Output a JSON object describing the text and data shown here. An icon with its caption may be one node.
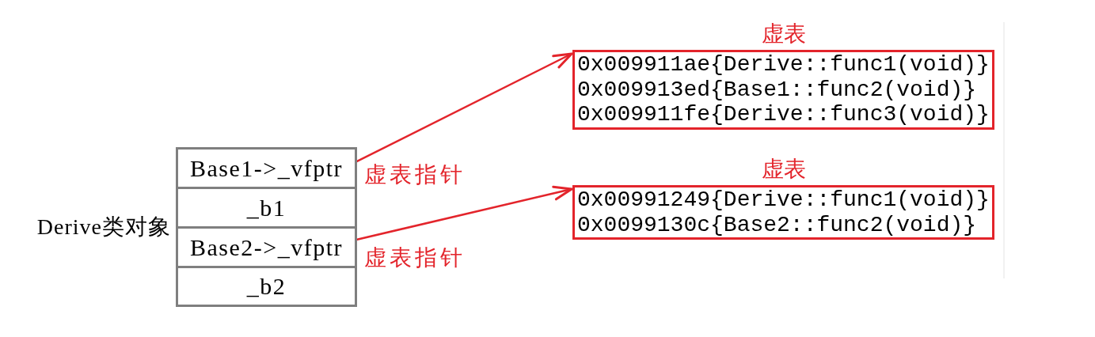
{
  "diagram": {
    "nodes": [
      {
        "text": [
          "Derive类对象"
        ]
      },
      {
        "text": [
          "Base1->_vfptr"
        ],
        "in": 0,
        "beside": [
          "虚表指针"
        ]
      },
      {
        "text": [
          "_b1"
        ],
        "in": 0
      },
      {
        "text": [
          "Base2->_vfptr"
        ],
        "in": 0,
        "beside": [
          "虚表指针"
        ]
      },
      {
        "text": [
          "_b2"
        ],
        "in": 0
      },
      {
        "text": [
          "虚表",
          "0x009911ae{Derive::func1(void)}",
          "0x009913ed{Base1::func2(void)}",
          "0x009911fe{Derive::func3(void)}"
        ]
      },
      {
        "text": [
          "虚表",
          "0x00991249{Derive::func1(void)}",
          "0x0099130c{Base2::func2(void)}"
        ]
      }
    ],
    "edges": [
      {
        "from": 1,
        "to": 5,
        "arrow": "to"
      },
      {
        "from": 3,
        "to": 6,
        "arrow": "to"
      }
    ]
  }
}
